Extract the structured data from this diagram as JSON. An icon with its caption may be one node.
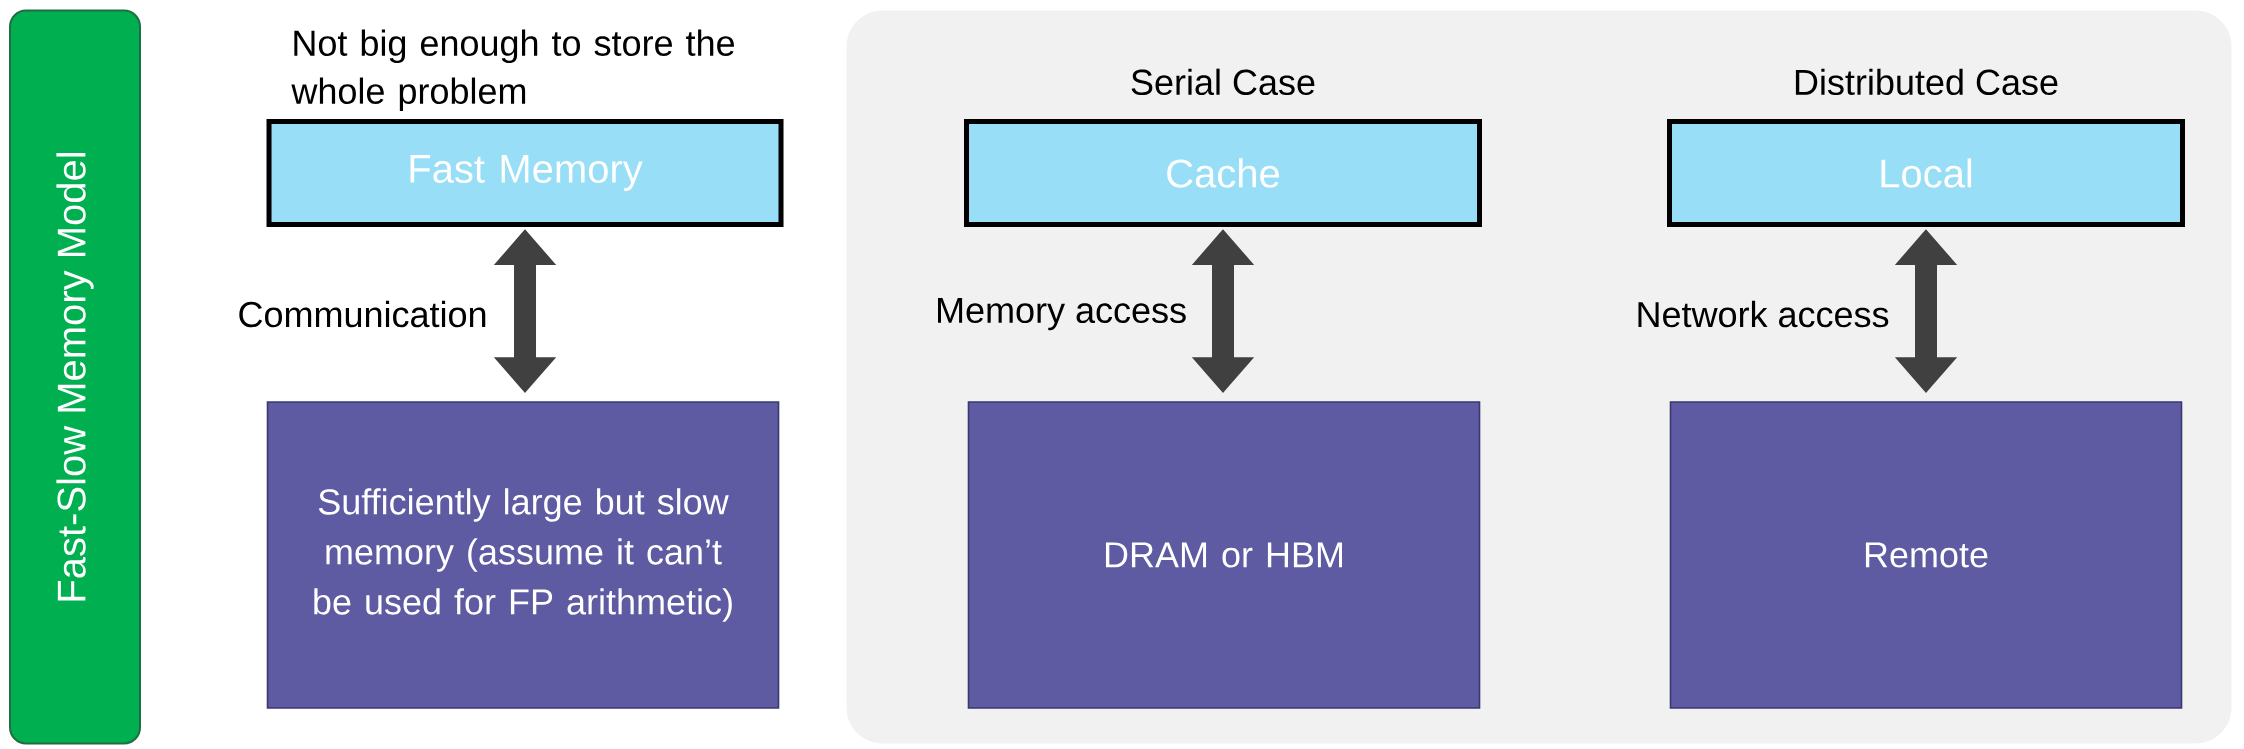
{
  "diagram": {
    "nodes": [
      {
        "text": [
          "Fast-Slow Memory Model"
        ]
      },
      {
        "text": [
          "Fast Memory"
        ],
        "beside": [
          "Not big enough to store the whole problem"
        ]
      },
      {
        "text": [
          "Sufficiently large but slow memory (assume it can’t be used for FP arithmetic)"
        ]
      },
      {
        "text": [],
        "shape": "box"
      },
      {
        "text": [
          "Cache"
        ],
        "in": 3,
        "beside": [
          "Serial Case"
        ]
      },
      {
        "text": [
          "DRAM or HBM"
        ],
        "in": 3
      },
      {
        "text": [
          "Local"
        ],
        "in": 3,
        "beside": [
          "Distributed Case"
        ]
      },
      {
        "text": [
          "Remote"
        ],
        "in": 3
      }
    ],
    "edges": [
      {
        "from": 1,
        "to": 2,
        "arrow": "both",
        "label": "Communication"
      },
      {
        "from": 4,
        "to": 5,
        "arrow": "both",
        "label": "Memory access"
      },
      {
        "from": 6,
        "to": 7,
        "arrow": "both",
        "label": "Network access"
      }
    ]
  }
}
